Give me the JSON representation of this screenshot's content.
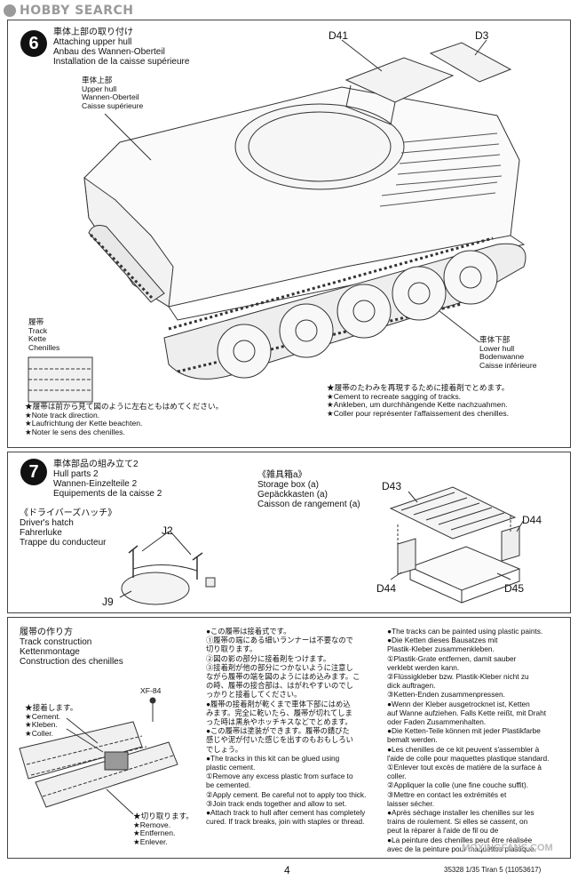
{
  "watermark": "HOBBY SEARCH",
  "step6": {
    "number": "6",
    "title": [
      "車体上部の取り付け",
      "Attaching upper hull",
      "Anbau des Wannen-Oberteil",
      "Installation de la caisse supérieure"
    ],
    "parts": {
      "d41": "D41",
      "d3": "D3"
    },
    "upper_hull": [
      "車体上部",
      "Upper hull",
      "Wannen-Oberteil",
      "Caisse supérieure"
    ],
    "track": [
      "履帯",
      "Track",
      "Kette",
      "Chenilles"
    ],
    "lower_hull": [
      "車体下部",
      "Lower hull",
      "Bodenwanne",
      "Caisse inférieure"
    ],
    "note_direction": [
      "★履帯は前から見て図のように左右ともはめてください。",
      "★Note track direction.",
      "★Laufrichtung der Kette beachten.",
      "★Noter le sens des chenilles."
    ],
    "note_sag": [
      "★履帯のたわみを再現するために接着剤でとめます。",
      "★Cement to recreate sagging of tracks.",
      "★Ankleben, um durchhängende Kette nachzuahmen.",
      "★Coller pour représenter l'affaissement des chenilles."
    ]
  },
  "step7": {
    "number": "7",
    "title": [
      "車体部品の組み立て2",
      "Hull parts 2",
      "Wannen-Einzelteile 2",
      "Equipements de la caisse 2"
    ],
    "storage": [
      "《雑具箱a》",
      "Storage box (a)",
      "Gepäckkasten (a)",
      "Caisson de rangement (a)"
    ],
    "hatch": [
      "《ドライバーズハッチ》",
      "Driver's hatch",
      "Fahrerluke",
      "Trappe du conducteur"
    ],
    "parts": {
      "j2": "J2",
      "j9": "J9",
      "d43": "D43",
      "d44a": "D44",
      "d44b": "D44",
      "d45": "D45"
    }
  },
  "track_section": {
    "title": [
      "履帯の作り方",
      "Track construction",
      "Kettenmontage",
      "Construction des chenilles"
    ],
    "xf": "XF-84",
    "cement": [
      "★接着します。",
      "★Cement.",
      "★Kleben.",
      "★Coller."
    ],
    "cut": [
      "★切り取ります。",
      "★Remove.",
      "★Entfernen.",
      "★Enlever."
    ],
    "col_jp": [
      "●この履帯は接着式です。",
      "①履帯の端にある細いランナーは不要なので",
      "切り取ります。",
      "②図の影の部分に接着剤をつけます。",
      "③接着剤が他の部分につかないように注意し",
      "ながら履帯の端を図のようにはめ込みます。こ",
      "の時、履帯の接合部は、はがれやすいのでし",
      "っかりと接着してください。",
      "●履帯の接着剤が乾くまで車体下部にはめ込",
      "みます。完全に乾いたら、履帯が切れてしま",
      "った時は黒糸やホッチキスなどでとめます。",
      "●この履帯は塗装ができます。履帯の錆びた",
      "感じや泥が付いた感じを出すのもおもしろい",
      "でしょう。",
      "●The tracks in this kit can be glued using",
      "plastic cement.",
      "①Remove any excess plastic from surface to",
      "be cemented.",
      "②Apply cement. Be careful not to apply too thick.",
      "③Join track ends together and allow to set.",
      "●Attach track to hull after cement has completely",
      "cured. If track breaks, join with staples or thread."
    ],
    "col_de_fr": [
      "●The tracks can be painted using plastic paints.",
      "●Die Ketten dieses Bausatzes mit",
      "Plastik-Kleber zusammenkleben.",
      "①Plastik-Grate entfernen, damit sauber",
      "verklebt werden kann.",
      "②Flüssigkleber bzw. Plastik-Kleber nicht zu",
      "dick auftragen.",
      "③Ketten-Enden zusammenpressen.",
      "●Wenn der Kleber ausgetrocknet ist, Ketten",
      "auf Wanne aufziehen. Falls Kette reißt, mit Draht",
      "oder Faden Zusammenhalten.",
      "●Die Ketten-Teile können mit jeder Plastikfarbe",
      "bemalt werden.",
      "●Les chenilles de ce kit peuvent s'assembler à",
      "l'aide de colle pour maquettes plastique standard.",
      "①Enlever tout excès de matière de la surface à",
      "coller.",
      "②Appliquer la colle (une fine couche suffit).",
      "③Mettre en contact les extrémités et",
      "laisser sécher.",
      "●Après séchage installer les chenilles sur les",
      "trains de roulement. Si elles se cassent, on",
      "peut la réparer à l'aide de fil ou de",
      "●La peinture des chenilles peut être réalisée",
      "avec de la peinture pour maquettes plastique."
    ]
  },
  "footer": {
    "page": "4",
    "code": "35328  1/35 Tiran 5 (11053617)",
    "site": "MOXINGFANS.COM"
  }
}
